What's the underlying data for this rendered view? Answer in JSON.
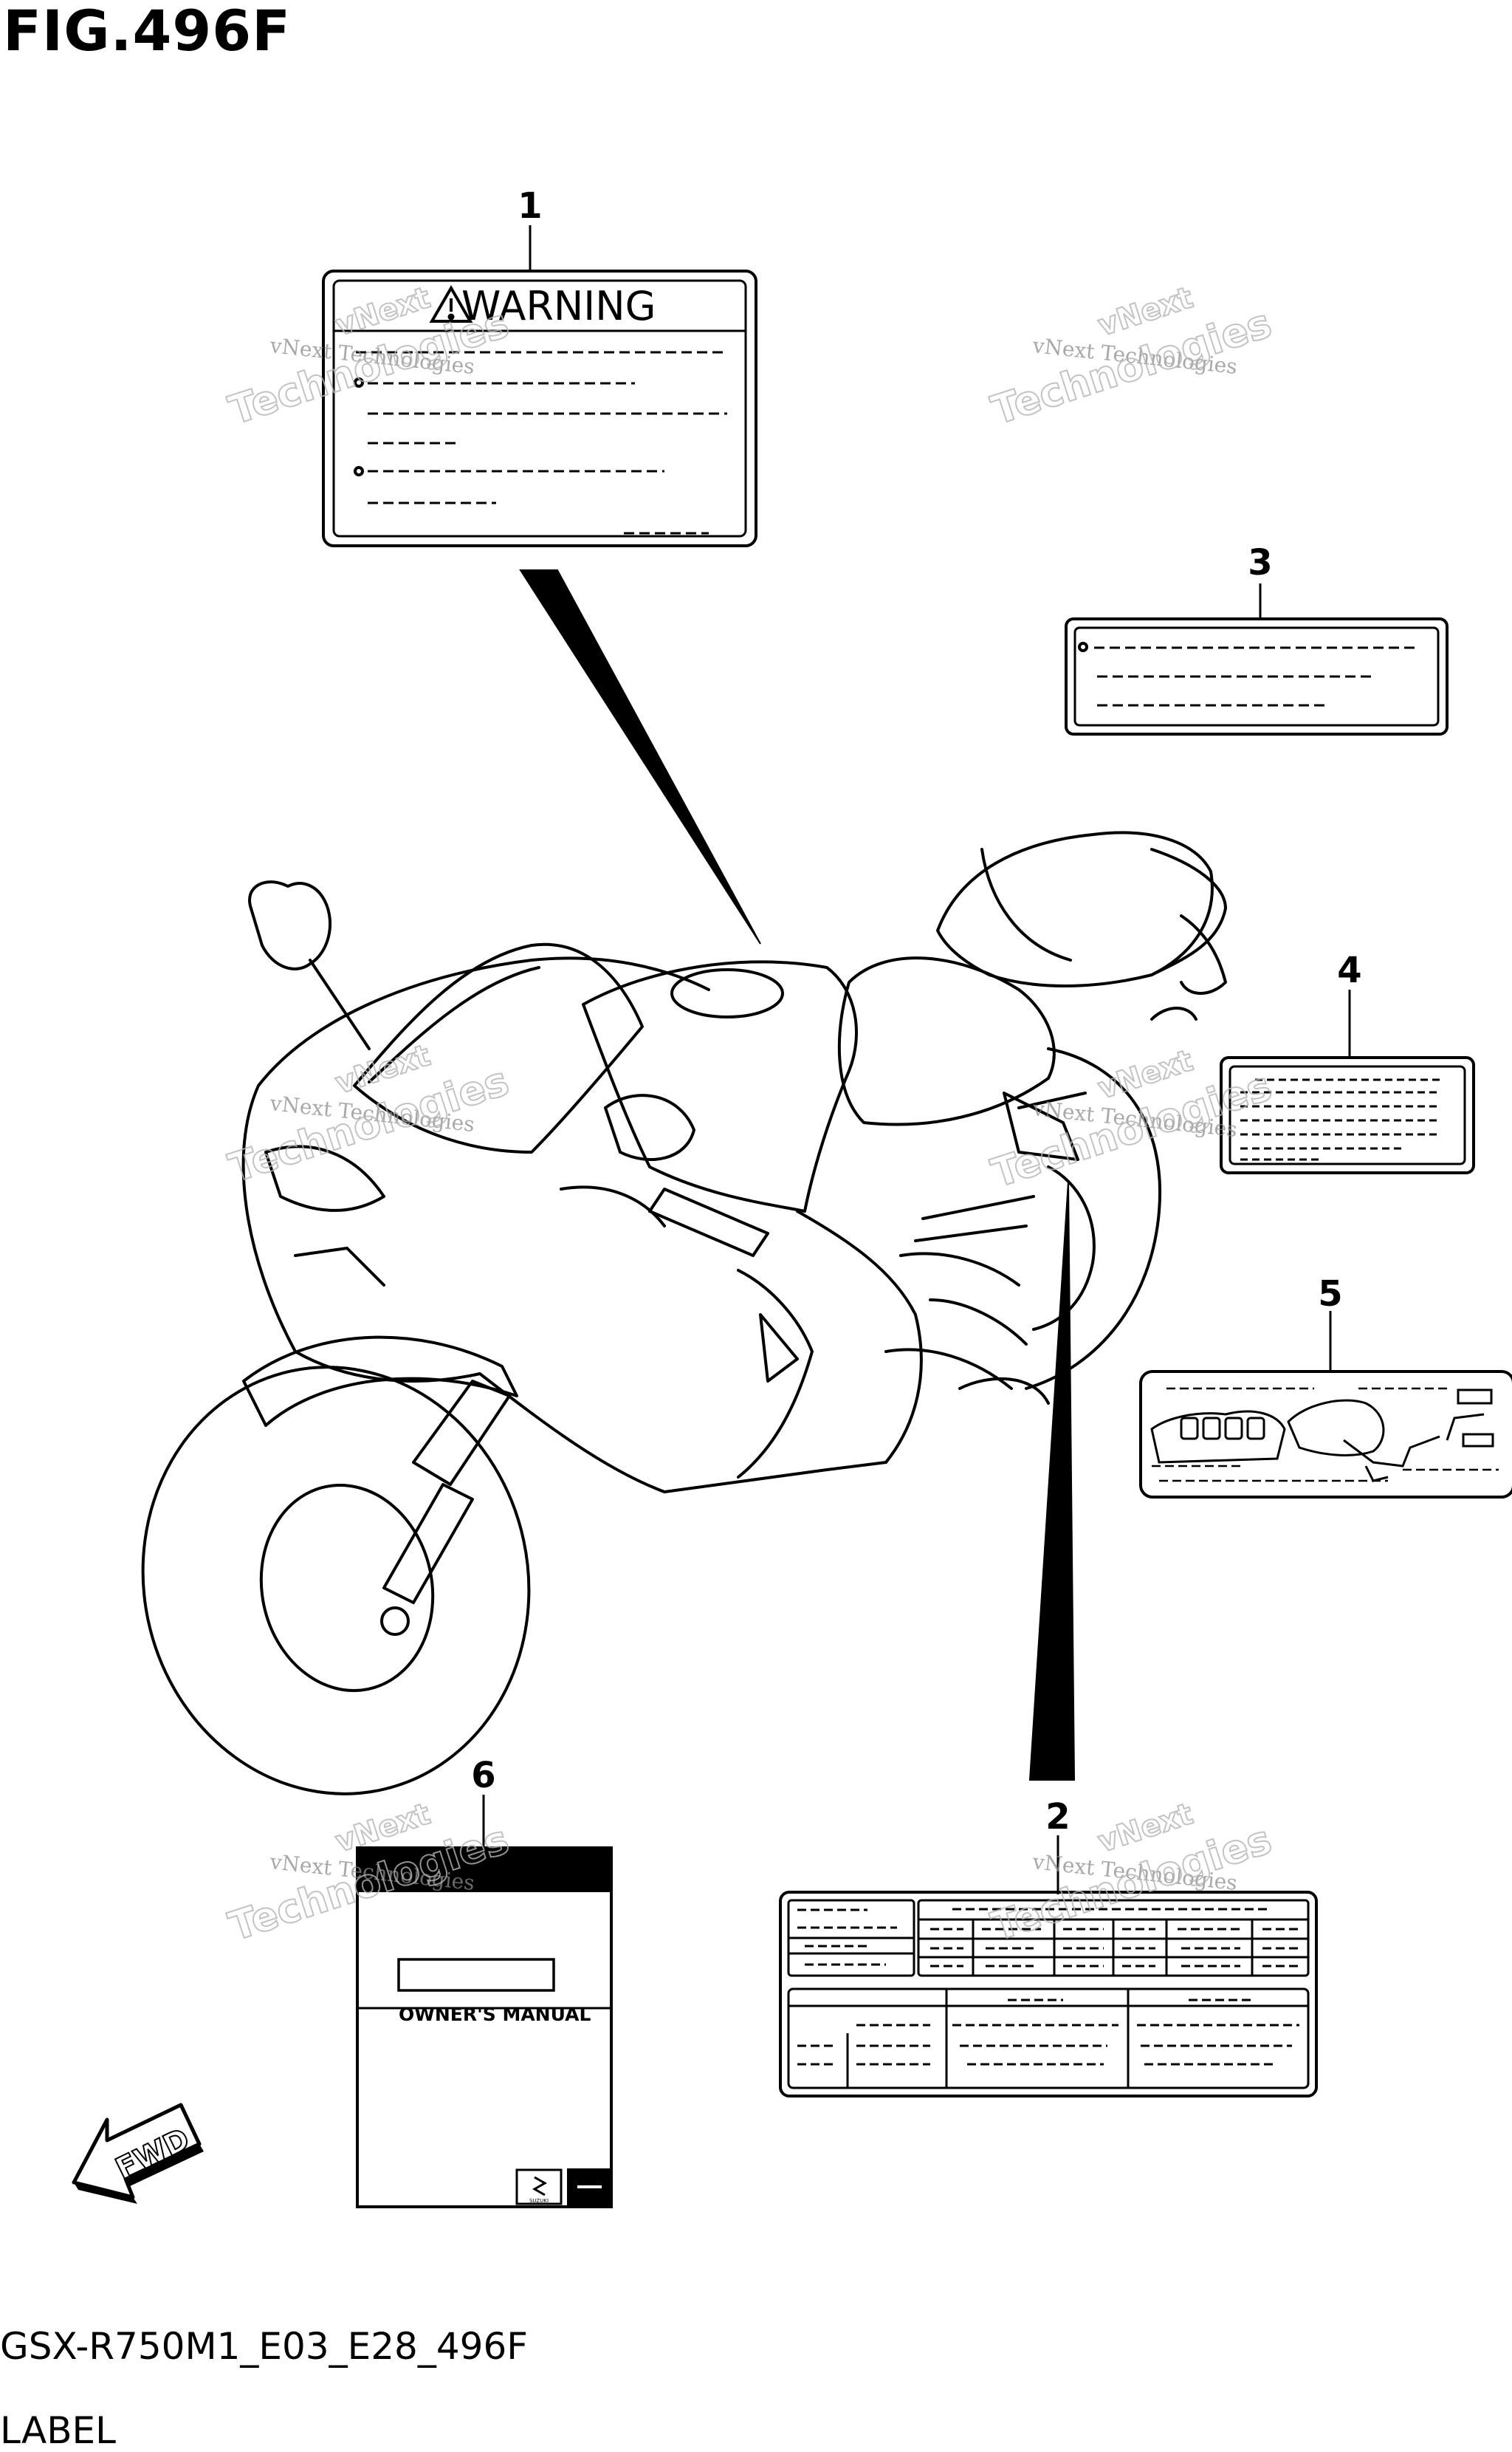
{
  "figure": {
    "title": "FIG.496F",
    "code": "GSX-R750M1_E03_E28_496F",
    "name": "LABEL"
  },
  "callouts": [
    "1",
    "2",
    "3",
    "4",
    "5",
    "6"
  ],
  "labels": {
    "warning_heading": "WARNING",
    "owners_manual_text": "OWNER'S MANUAL",
    "fwd_text": "FWD",
    "brand_icon_text": "SUZUKI"
  },
  "watermark": {
    "line1": "vNext Technologies",
    "line2_a": "vNext",
    "line2_b": "Technologies"
  },
  "colors": {
    "line": "#000000",
    "background": "#ffffff",
    "watermark": "#8c8c8c"
  }
}
